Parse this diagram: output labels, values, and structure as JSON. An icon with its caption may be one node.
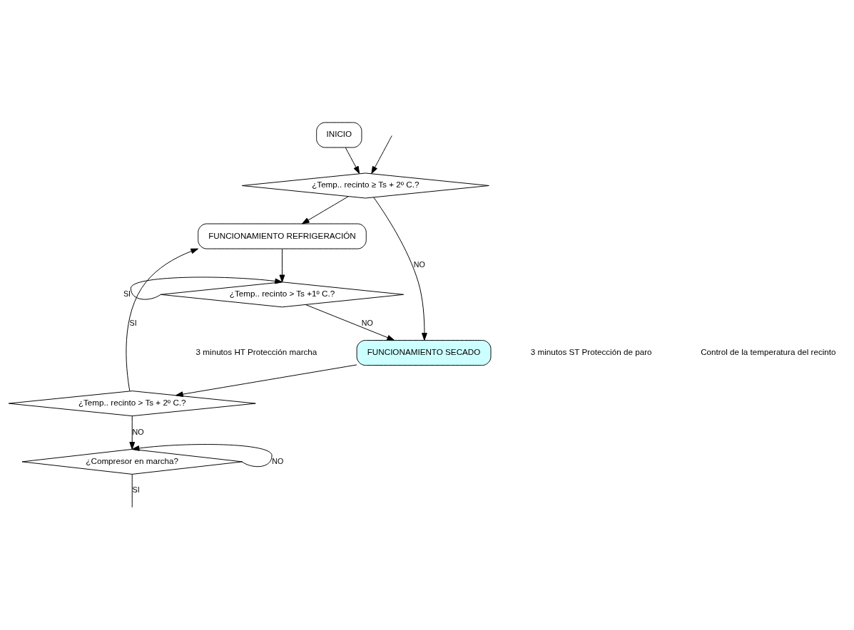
{
  "diagram": {
    "nodes": [
      {
        "text": [
          "INICIO"
        ]
      },
      {
        "text": [
          "¿Temp.. recinto ≥ Ts + 2º C.?"
        ]
      },
      {
        "text": [
          "FUNCIONAMIENTO REFRIGERACIÓN"
        ]
      },
      {
        "text": [
          "¿Temp.. recinto > Ts +1º C.?"
        ]
      },
      {
        "text": [
          "FUNCIONAMIENTO SECADO"
        ]
      },
      {
        "text": [
          "¿Temp.. recinto > Ts + 2º C.?"
        ]
      },
      {
        "text": [
          "¿Compresor en marcha?"
        ]
      }
    ],
    "edges": [
      {
        "from": 0,
        "to": 1,
        "arrow": "to"
      },
      {
        "from": 1,
        "to": 2,
        "arrow": "to"
      },
      {
        "from": 1,
        "to": 4,
        "arrow": "to",
        "label": "NO"
      },
      {
        "from": 2,
        "to": 3,
        "arrow": "to"
      },
      {
        "from": 3,
        "to": 3,
        "arrow": "to",
        "label": "SI"
      },
      {
        "from": 3,
        "to": 4,
        "arrow": "to",
        "label": "NO"
      },
      {
        "from": 4,
        "to": 5,
        "arrow": "to"
      },
      {
        "from": 5,
        "to": 2,
        "arrow": "to",
        "label": "SI"
      },
      {
        "from": 5,
        "to": 6,
        "arrow": "to",
        "label": "NO"
      },
      {
        "from": 6,
        "to": 6,
        "arrow": "to",
        "label": "NO"
      },
      {
        "from": 6,
        "to": null,
        "arrow": "none",
        "label": "SI"
      },
      {
        "from": null,
        "to": 1,
        "arrow": "to"
      }
    ],
    "labels": [
      "3 minutos HT Protección marcha",
      "3 minutos ST Protección de paro",
      "Control de la temperatura del recinto"
    ]
  }
}
